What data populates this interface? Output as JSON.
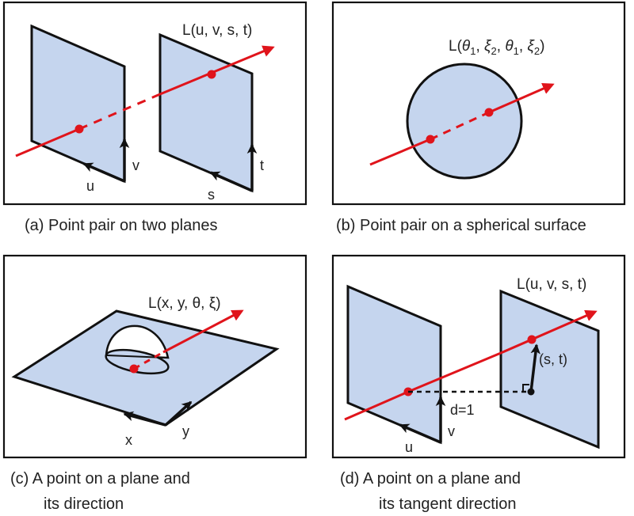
{
  "colors": {
    "plane_fill": "#c5d5ee",
    "ray": "#e0141b",
    "stroke": "#111111",
    "text": "#222222"
  },
  "panels": {
    "a": {
      "caption": "(a) Point pair on two planes",
      "label": "L(u, v, s, t)",
      "axes": [
        "u",
        "v",
        "s",
        "t"
      ]
    },
    "b": {
      "caption": "(b) Point pair on a spherical surface",
      "label_prefix": "L(",
      "label_terms": [
        {
          "sym": "θ",
          "sub": "1"
        },
        {
          "sym": "ξ",
          "sub": "2"
        },
        {
          "sym": "θ",
          "sub": "1"
        },
        {
          "sym": "ξ",
          "sub": "2"
        }
      ],
      "label_sep": ", ",
      "label_suffix": ")"
    },
    "c": {
      "caption_line1": "(c) A point on a plane and",
      "caption_line2": "its direction",
      "label": "L(x, y, θ, ξ)",
      "axes": [
        "x",
        "y"
      ]
    },
    "d": {
      "caption_line1": "(d) A point on a plane and",
      "caption_line2": "its tangent direction",
      "label": "L(u, v, s, t)",
      "axes": [
        "u",
        "v"
      ],
      "distance_label": "d=1",
      "offset_label": "(s, t)"
    }
  }
}
